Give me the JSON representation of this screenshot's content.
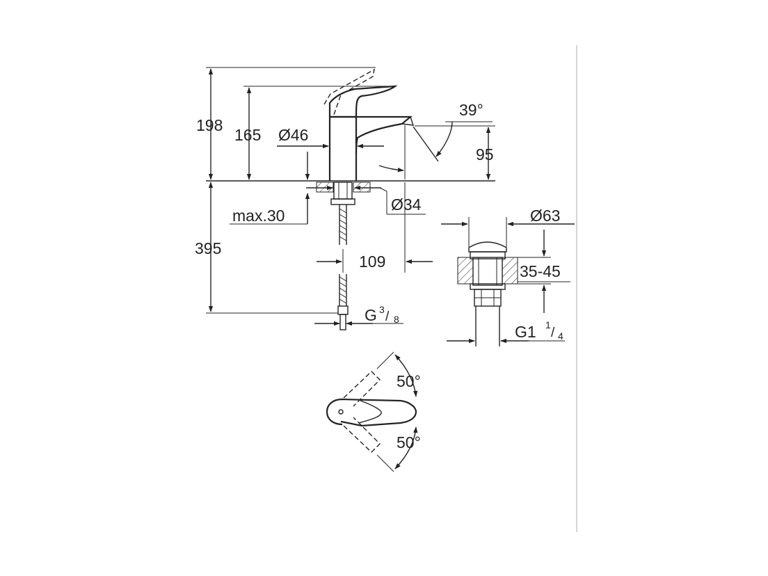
{
  "dimensions": {
    "total_height": "198",
    "lever_height": "165",
    "body_diameter": "Ø46",
    "spout_angle": "39°",
    "spout_height": "95",
    "hole_diameter": "Ø34",
    "max_thickness": "max.30",
    "hose_length": "395",
    "spout_reach": "109",
    "hose_thread_main": "G",
    "hose_thread_num": "3",
    "hose_thread_den": "8",
    "waste_diameter": "Ø63",
    "waste_thickness": "35-45",
    "waste_thread_main": "G1",
    "waste_thread_num": "1",
    "waste_thread_den": "4",
    "swivel_top": "50°",
    "swivel_bottom": "50°"
  }
}
